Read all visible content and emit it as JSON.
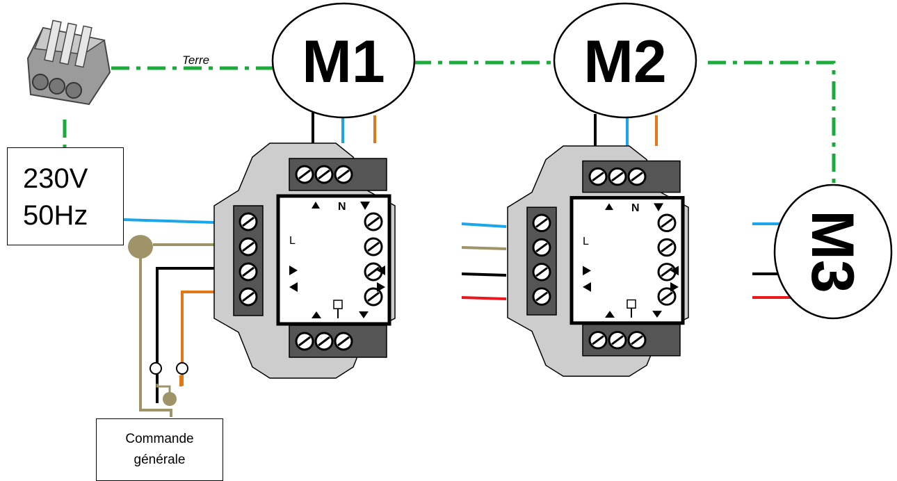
{
  "ground_label": "Terre",
  "supply": {
    "line1": "230V",
    "line2": "50Hz"
  },
  "command": {
    "line1": "Commande",
    "line2": "générale"
  },
  "motors": {
    "m1": "M1",
    "m2": "M2",
    "m3": "M3"
  },
  "module_marks": {
    "n": "N",
    "l": "L"
  },
  "colors": {
    "ground": "#1aab3a",
    "blue": "#1aa6e8",
    "khaki": "#9e9468",
    "black": "#000000",
    "orange": "#e07818",
    "red": "#e8181e",
    "module_body": "#cfcfcf",
    "terminal": "#555555"
  }
}
